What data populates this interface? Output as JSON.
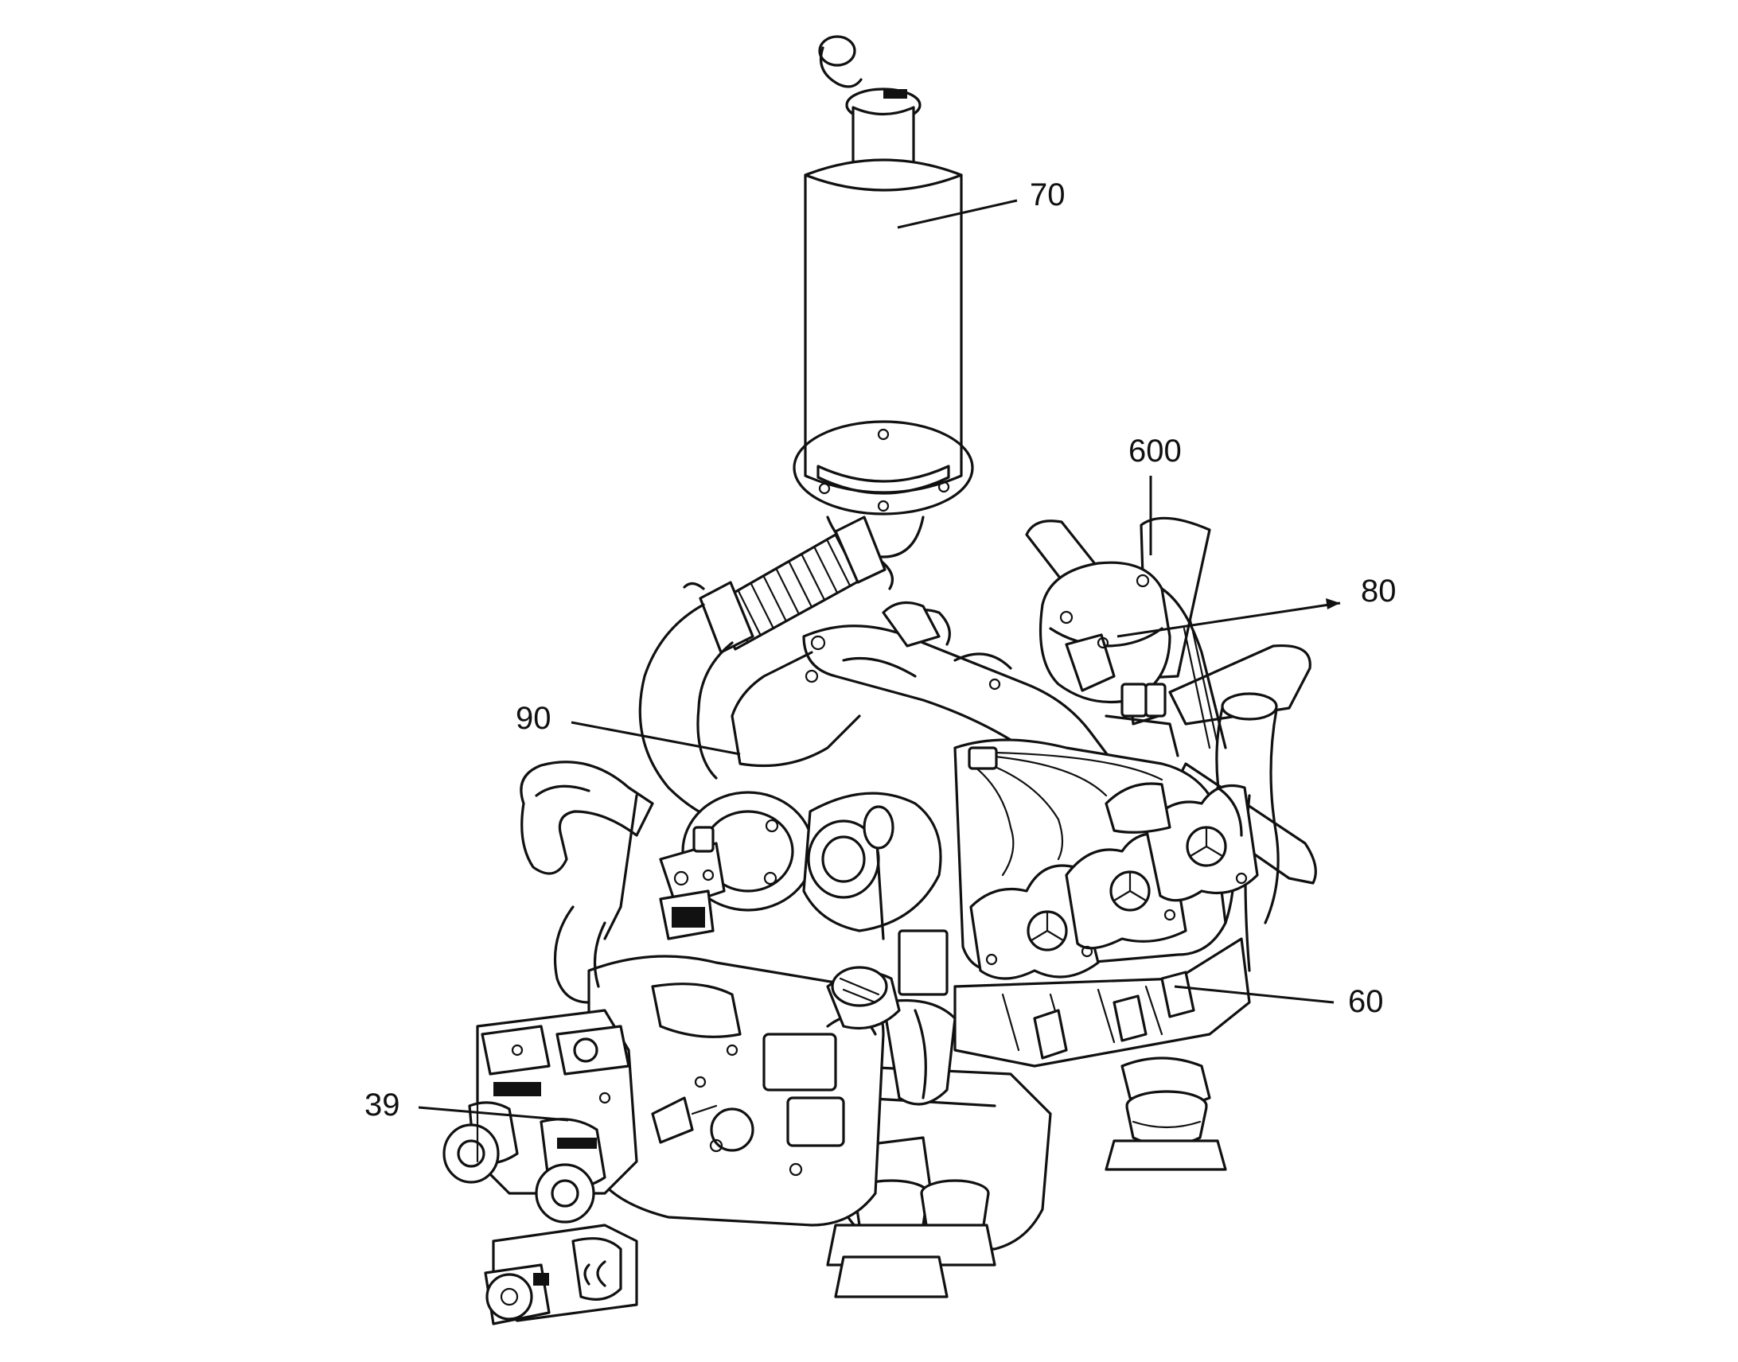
{
  "callouts": [
    {
      "id": "c70",
      "label": "70"
    },
    {
      "id": "c600",
      "label": "600"
    },
    {
      "id": "c80",
      "label": "80"
    },
    {
      "id": "c90",
      "label": "90"
    },
    {
      "id": "c60",
      "label": "60"
    },
    {
      "id": "c39",
      "label": "39"
    }
  ]
}
